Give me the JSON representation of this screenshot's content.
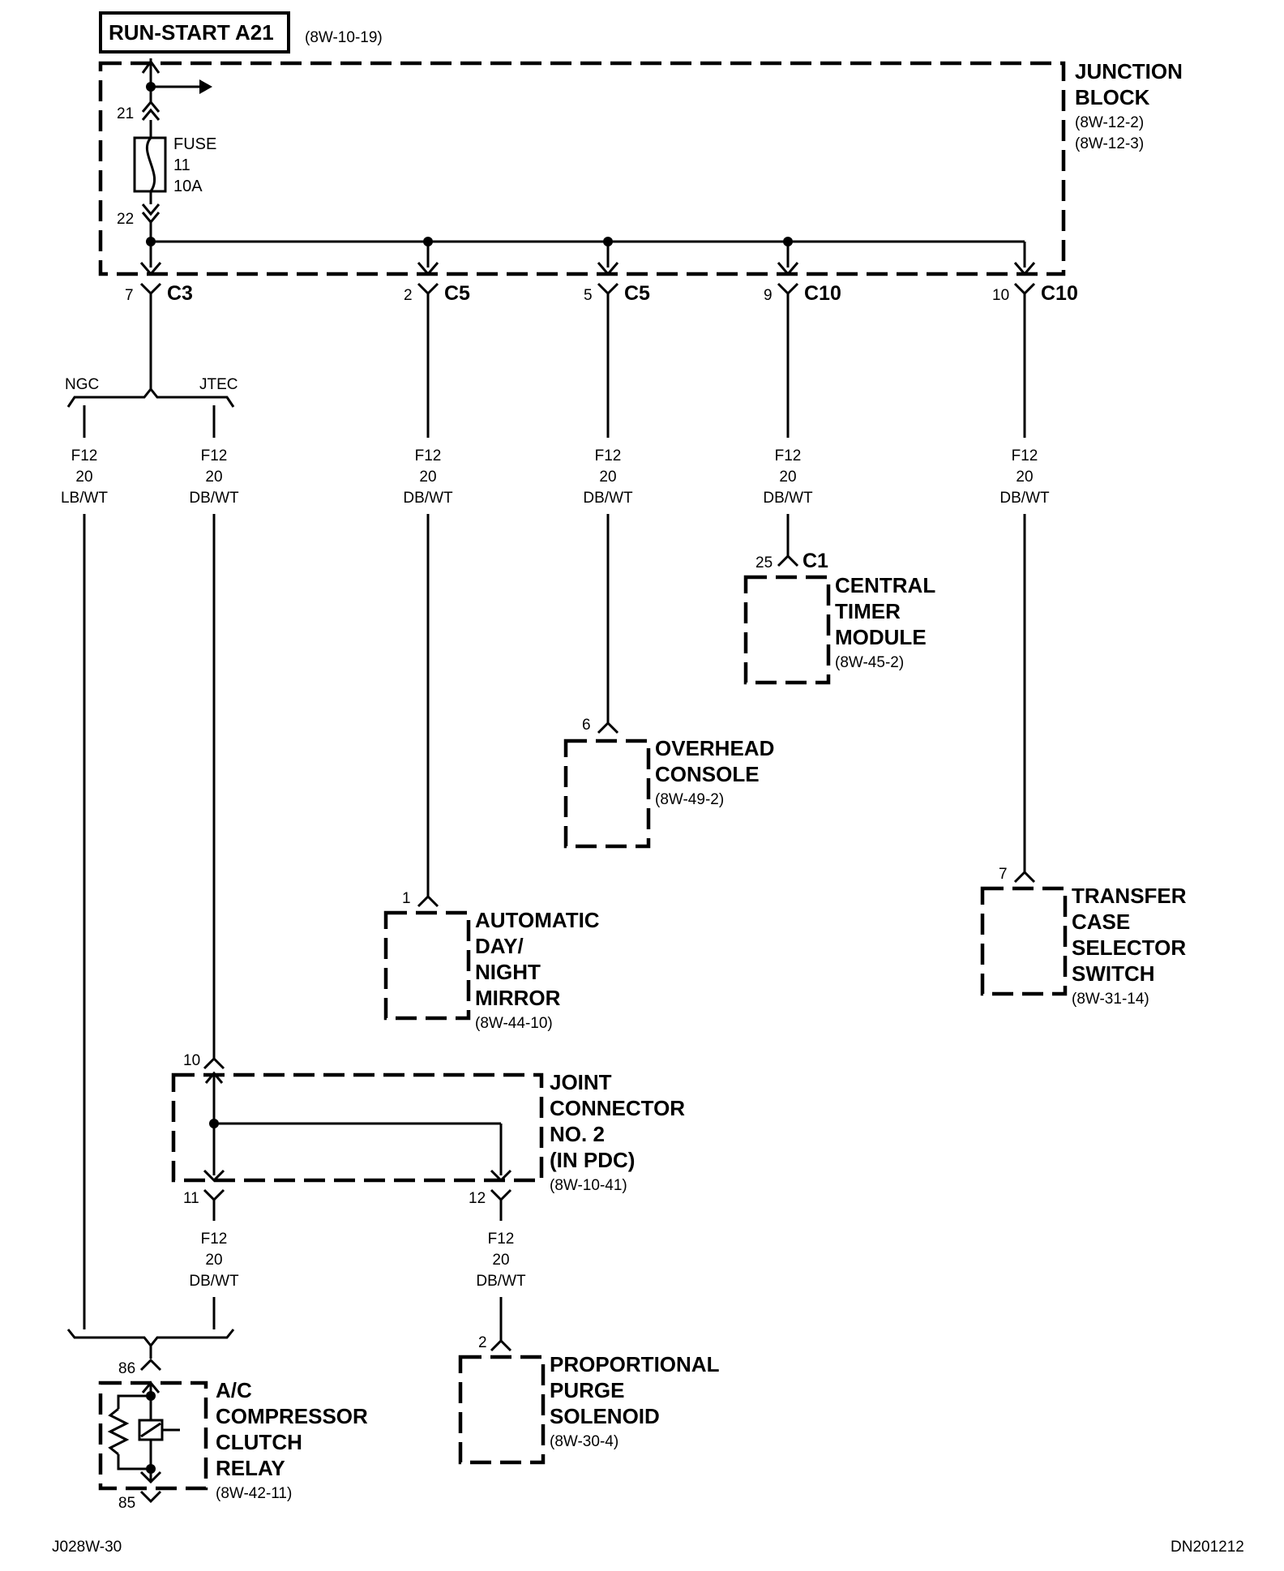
{
  "header": {
    "circuit_title": "RUN-START A21",
    "circuit_ref": "(8W-10-19)"
  },
  "junction_block": {
    "name_lines": [
      "JUNCTION",
      "BLOCK"
    ],
    "refs": [
      "(8W-12-2)",
      "(8W-12-3)"
    ],
    "fuse": {
      "label": "FUSE",
      "number": "11",
      "rating": "10A",
      "pin_in": "21",
      "pin_out": "22"
    },
    "outputs": [
      {
        "pin": "7",
        "connector": "C3"
      },
      {
        "pin": "2",
        "connector": "C5"
      },
      {
        "pin": "5",
        "connector": "C5"
      },
      {
        "pin": "9",
        "connector": "C10"
      },
      {
        "pin": "10",
        "connector": "C10"
      }
    ]
  },
  "split": {
    "left_label": "NGC",
    "right_label": "JTEC"
  },
  "wires": [
    {
      "circuit": "F12",
      "gauge": "20",
      "color": "LB/WT"
    },
    {
      "circuit": "F12",
      "gauge": "20",
      "color": "DB/WT"
    },
    {
      "circuit": "F12",
      "gauge": "20",
      "color": "DB/WT"
    },
    {
      "circuit": "F12",
      "gauge": "20",
      "color": "DB/WT"
    },
    {
      "circuit": "F12",
      "gauge": "20",
      "color": "DB/WT"
    },
    {
      "circuit": "F12",
      "gauge": "20",
      "color": "DB/WT"
    },
    {
      "circuit": "F12",
      "gauge": "20",
      "color": "DB/WT"
    },
    {
      "circuit": "F12",
      "gauge": "20",
      "color": "DB/WT"
    }
  ],
  "components": {
    "central_timer_module": {
      "pin": "25",
      "connector": "C1",
      "name_lines": [
        "CENTRAL",
        "TIMER",
        "MODULE"
      ],
      "ref": "(8W-45-2)"
    },
    "overhead_console": {
      "pin": "6",
      "name_lines": [
        "OVERHEAD",
        "CONSOLE"
      ],
      "ref": "(8W-49-2)"
    },
    "auto_day_night_mirror": {
      "pin": "1",
      "name_lines": [
        "AUTOMATIC",
        "DAY/",
        "NIGHT",
        "MIRROR"
      ],
      "ref": "(8W-44-10)"
    },
    "transfer_case_selector_switch": {
      "pin": "7",
      "name_lines": [
        "TRANSFER",
        "CASE",
        "SELECTOR",
        "SWITCH"
      ],
      "ref": "(8W-31-14)"
    },
    "joint_connector_2": {
      "pin_in": "10",
      "pin_out_a": "11",
      "pin_out_b": "12",
      "name_lines": [
        "JOINT",
        "CONNECTOR",
        "NO. 2",
        "(IN PDC)"
      ],
      "ref": "(8W-10-41)"
    },
    "ac_compressor_clutch_relay": {
      "pin_in": "86",
      "pin_out": "85",
      "name_lines": [
        "A/C",
        "COMPRESSOR",
        "CLUTCH",
        "RELAY"
      ],
      "ref": "(8W-42-11)"
    },
    "proportional_purge_solenoid": {
      "pin": "2",
      "name_lines": [
        "PROPORTIONAL",
        "PURGE",
        "SOLENOID"
      ],
      "ref": "(8W-30-4)"
    }
  },
  "footer": {
    "left_code": "J028W-30",
    "right_code": "DN201212"
  }
}
